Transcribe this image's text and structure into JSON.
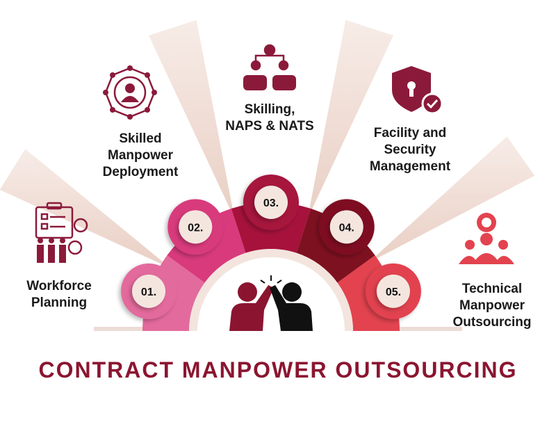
{
  "title": "CONTRACT MANPOWER OUTSOURCING",
  "steps": [
    {
      "number": "01.",
      "label_lines": [
        "Workforce",
        "Planning"
      ],
      "icon": "clipboard-team-icon",
      "color": "#e36a9c"
    },
    {
      "number": "02.",
      "label_lines": [
        "Skilled",
        "Manpower",
        "Deployment"
      ],
      "icon": "network-person-icon",
      "color": "#d83a7c"
    },
    {
      "number": "03.",
      "label_lines": [
        "Skilling,",
        "NAPS & NATS"
      ],
      "icon": "hierarchy-team-icon",
      "color": "#a6123c"
    },
    {
      "number": "04.",
      "label_lines": [
        "Facility and",
        "Security",
        "Management"
      ],
      "icon": "shield-lock-check-icon",
      "color": "#7e1120"
    },
    {
      "number": "05.",
      "label_lines": [
        "Technical",
        "Manpower",
        "Outsourcing"
      ],
      "icon": "gear-team-icon",
      "color": "#e2434f"
    }
  ],
  "colors": {
    "icon": "#8b1a3a",
    "title": "#8b1530",
    "ray": "#efd9d0",
    "badge": "#f4e6df"
  }
}
